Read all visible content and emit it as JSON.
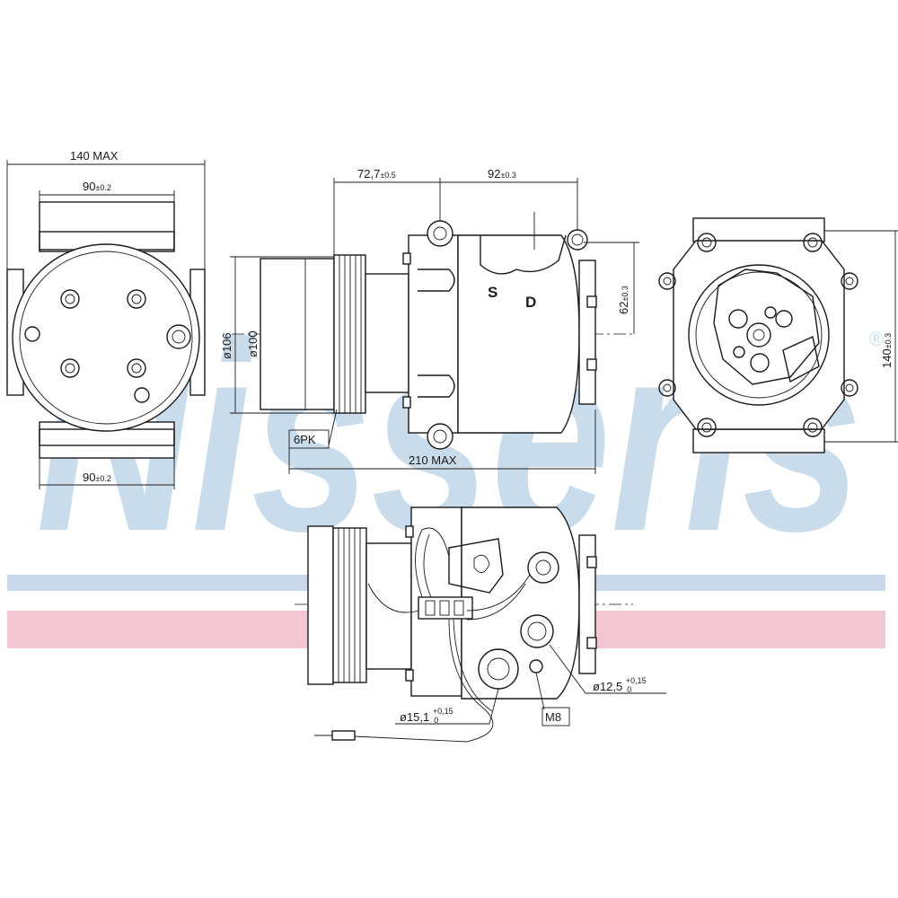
{
  "watermark": {
    "text": "Nissens",
    "registered_mark": "®",
    "text_color": "#c9dcec",
    "band_blue": "#c8d9ec",
    "band_red": "#f3c7d1"
  },
  "dimensions": {
    "front_width_max": "140 MAX",
    "front_top_spacing": "90",
    "front_top_tol": "±0.2",
    "front_bottom_spacing": "90",
    "front_bottom_tol": "±0.2",
    "side_pulley_offset": "72,7",
    "side_pulley_offset_tol": "±0.5",
    "side_body_length": "92",
    "side_body_length_tol": "±0.3",
    "side_port_height": "62",
    "side_port_height_tol": "±0.3",
    "pulley_dia_outer": "ø106",
    "pulley_dia_inner": "ø100",
    "belt_type": "6PK",
    "overall_length_max": "210 MAX",
    "rear_height": "140",
    "rear_height_tol": "±0.3",
    "port_suction": "ø15,1",
    "port_suction_tol_upper": "+0,15",
    "port_suction_tol_lower": "0",
    "port_discharge": "ø12,5",
    "port_discharge_tol_upper": "+0,15",
    "port_discharge_tol_lower": "0",
    "thread": "M8"
  },
  "port_labels": {
    "suction": "S",
    "discharge": "D"
  }
}
